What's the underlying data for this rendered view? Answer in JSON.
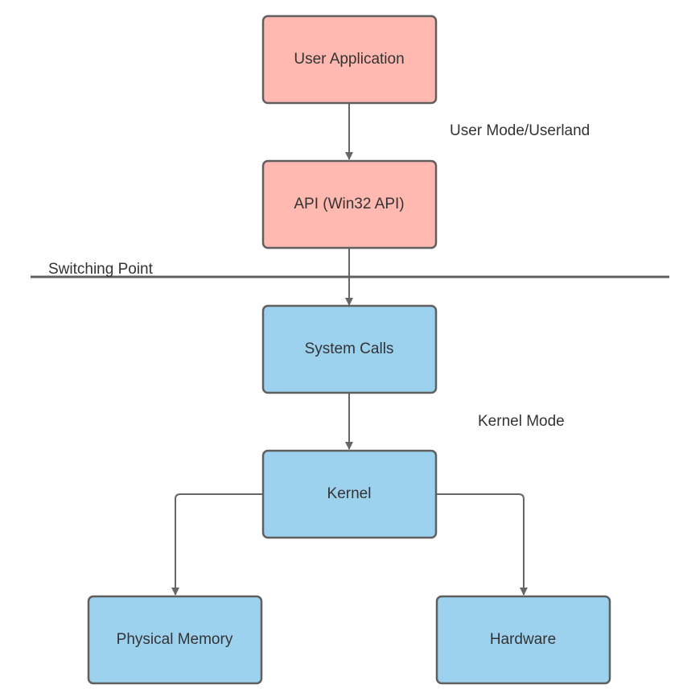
{
  "colors": {
    "user_mode_fill": "#ffb9b0",
    "kernel_mode_fill": "#9dd2ef",
    "border": "#5f5f5f",
    "arrow": "#666666",
    "text": "#333333"
  },
  "nodes": {
    "user_application": "User Application",
    "api": "API (Win32 API)",
    "system_calls": "System Calls",
    "kernel": "Kernel",
    "physical_memory": "Physical Memory",
    "hardware": "Hardware"
  },
  "labels": {
    "user_mode": "User Mode/Userland",
    "kernel_mode": "Kernel Mode",
    "switching_point": "Switching Point"
  }
}
